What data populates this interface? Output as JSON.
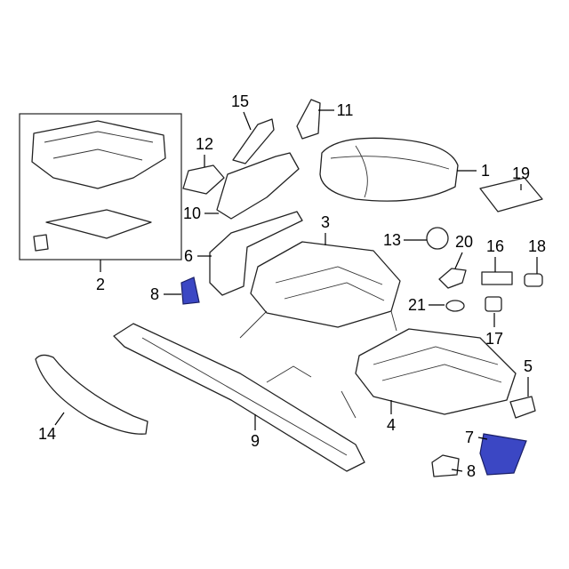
{
  "diagram": {
    "colors": {
      "highlight": "#3b47c4",
      "line": "#222222"
    },
    "callouts": [
      {
        "id": "c1",
        "text": "1"
      },
      {
        "id": "c2",
        "text": "2"
      },
      {
        "id": "c3",
        "text": "3"
      },
      {
        "id": "c4",
        "text": "4"
      },
      {
        "id": "c5",
        "text": "5"
      },
      {
        "id": "c6",
        "text": "6"
      },
      {
        "id": "c7",
        "text": "7"
      },
      {
        "id": "c8a",
        "text": "8"
      },
      {
        "id": "c8b",
        "text": "8"
      },
      {
        "id": "c9",
        "text": "9"
      },
      {
        "id": "c10",
        "text": "10"
      },
      {
        "id": "c11",
        "text": "11"
      },
      {
        "id": "c12",
        "text": "12"
      },
      {
        "id": "c13",
        "text": "13"
      },
      {
        "id": "c14",
        "text": "14"
      },
      {
        "id": "c15",
        "text": "15"
      },
      {
        "id": "c16",
        "text": "16"
      },
      {
        "id": "c17",
        "text": "17"
      },
      {
        "id": "c18",
        "text": "18"
      },
      {
        "id": "c19",
        "text": "19"
      },
      {
        "id": "c20",
        "text": "20"
      },
      {
        "id": "c21",
        "text": "21"
      }
    ]
  }
}
